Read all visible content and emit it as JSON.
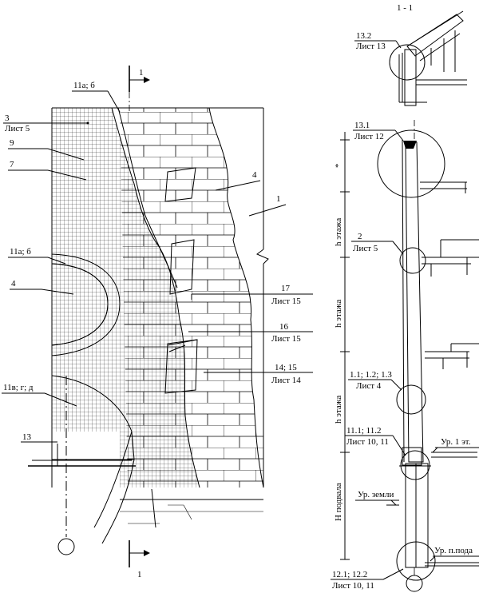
{
  "section_title": "1 - 1",
  "section_marks": [
    "1",
    "1"
  ],
  "facade_callouts": [
    {
      "id": "c3",
      "line1": "3",
      "line2": "Лист 5"
    },
    {
      "id": "c9",
      "line1": "9"
    },
    {
      "id": "c7",
      "line1": "7"
    },
    {
      "id": "c11a_top",
      "line1": "11а; б"
    },
    {
      "id": "c4_right",
      "line1": "4"
    },
    {
      "id": "c1",
      "line1": "1"
    },
    {
      "id": "c11a_mid",
      "line1": "11а; б"
    },
    {
      "id": "c4_left",
      "line1": "4"
    },
    {
      "id": "c17",
      "line1": "17",
      "line2": "Лист 15"
    },
    {
      "id": "c16",
      "line1": "16",
      "line2": "Лист 15"
    },
    {
      "id": "c14",
      "line1": "14; 15",
      "line2": "Лист 14"
    },
    {
      "id": "c11v",
      "line1": "11в; г; д"
    },
    {
      "id": "c13",
      "line1": "13"
    }
  ],
  "section_callouts": [
    {
      "id": "s13_2",
      "line1": "13.2",
      "line2": "Лист 13"
    },
    {
      "id": "s13_1",
      "line1": "13.1",
      "line2": "Лист 12"
    },
    {
      "id": "s2",
      "line1": "2",
      "line2": "Лист 5"
    },
    {
      "id": "s1_1",
      "line1": "1.1; 1.2; 1.3",
      "line2": "Лист 4"
    },
    {
      "id": "s11_1",
      "line1": "11.1; 11.2",
      "line2": "Лист 10, 11"
    },
    {
      "id": "s12_1",
      "line1": "12.1; 12.2",
      "line2": "Лист 10, 11"
    }
  ],
  "dimension_labels": [
    "*",
    "h этажа",
    "h этажа",
    "h этажа",
    "H подвала"
  ],
  "level_labels": {
    "first_floor": "Ур. 1 эт.",
    "ground": "Ур. земли",
    "basement_floor": "Ур. п.пода"
  }
}
